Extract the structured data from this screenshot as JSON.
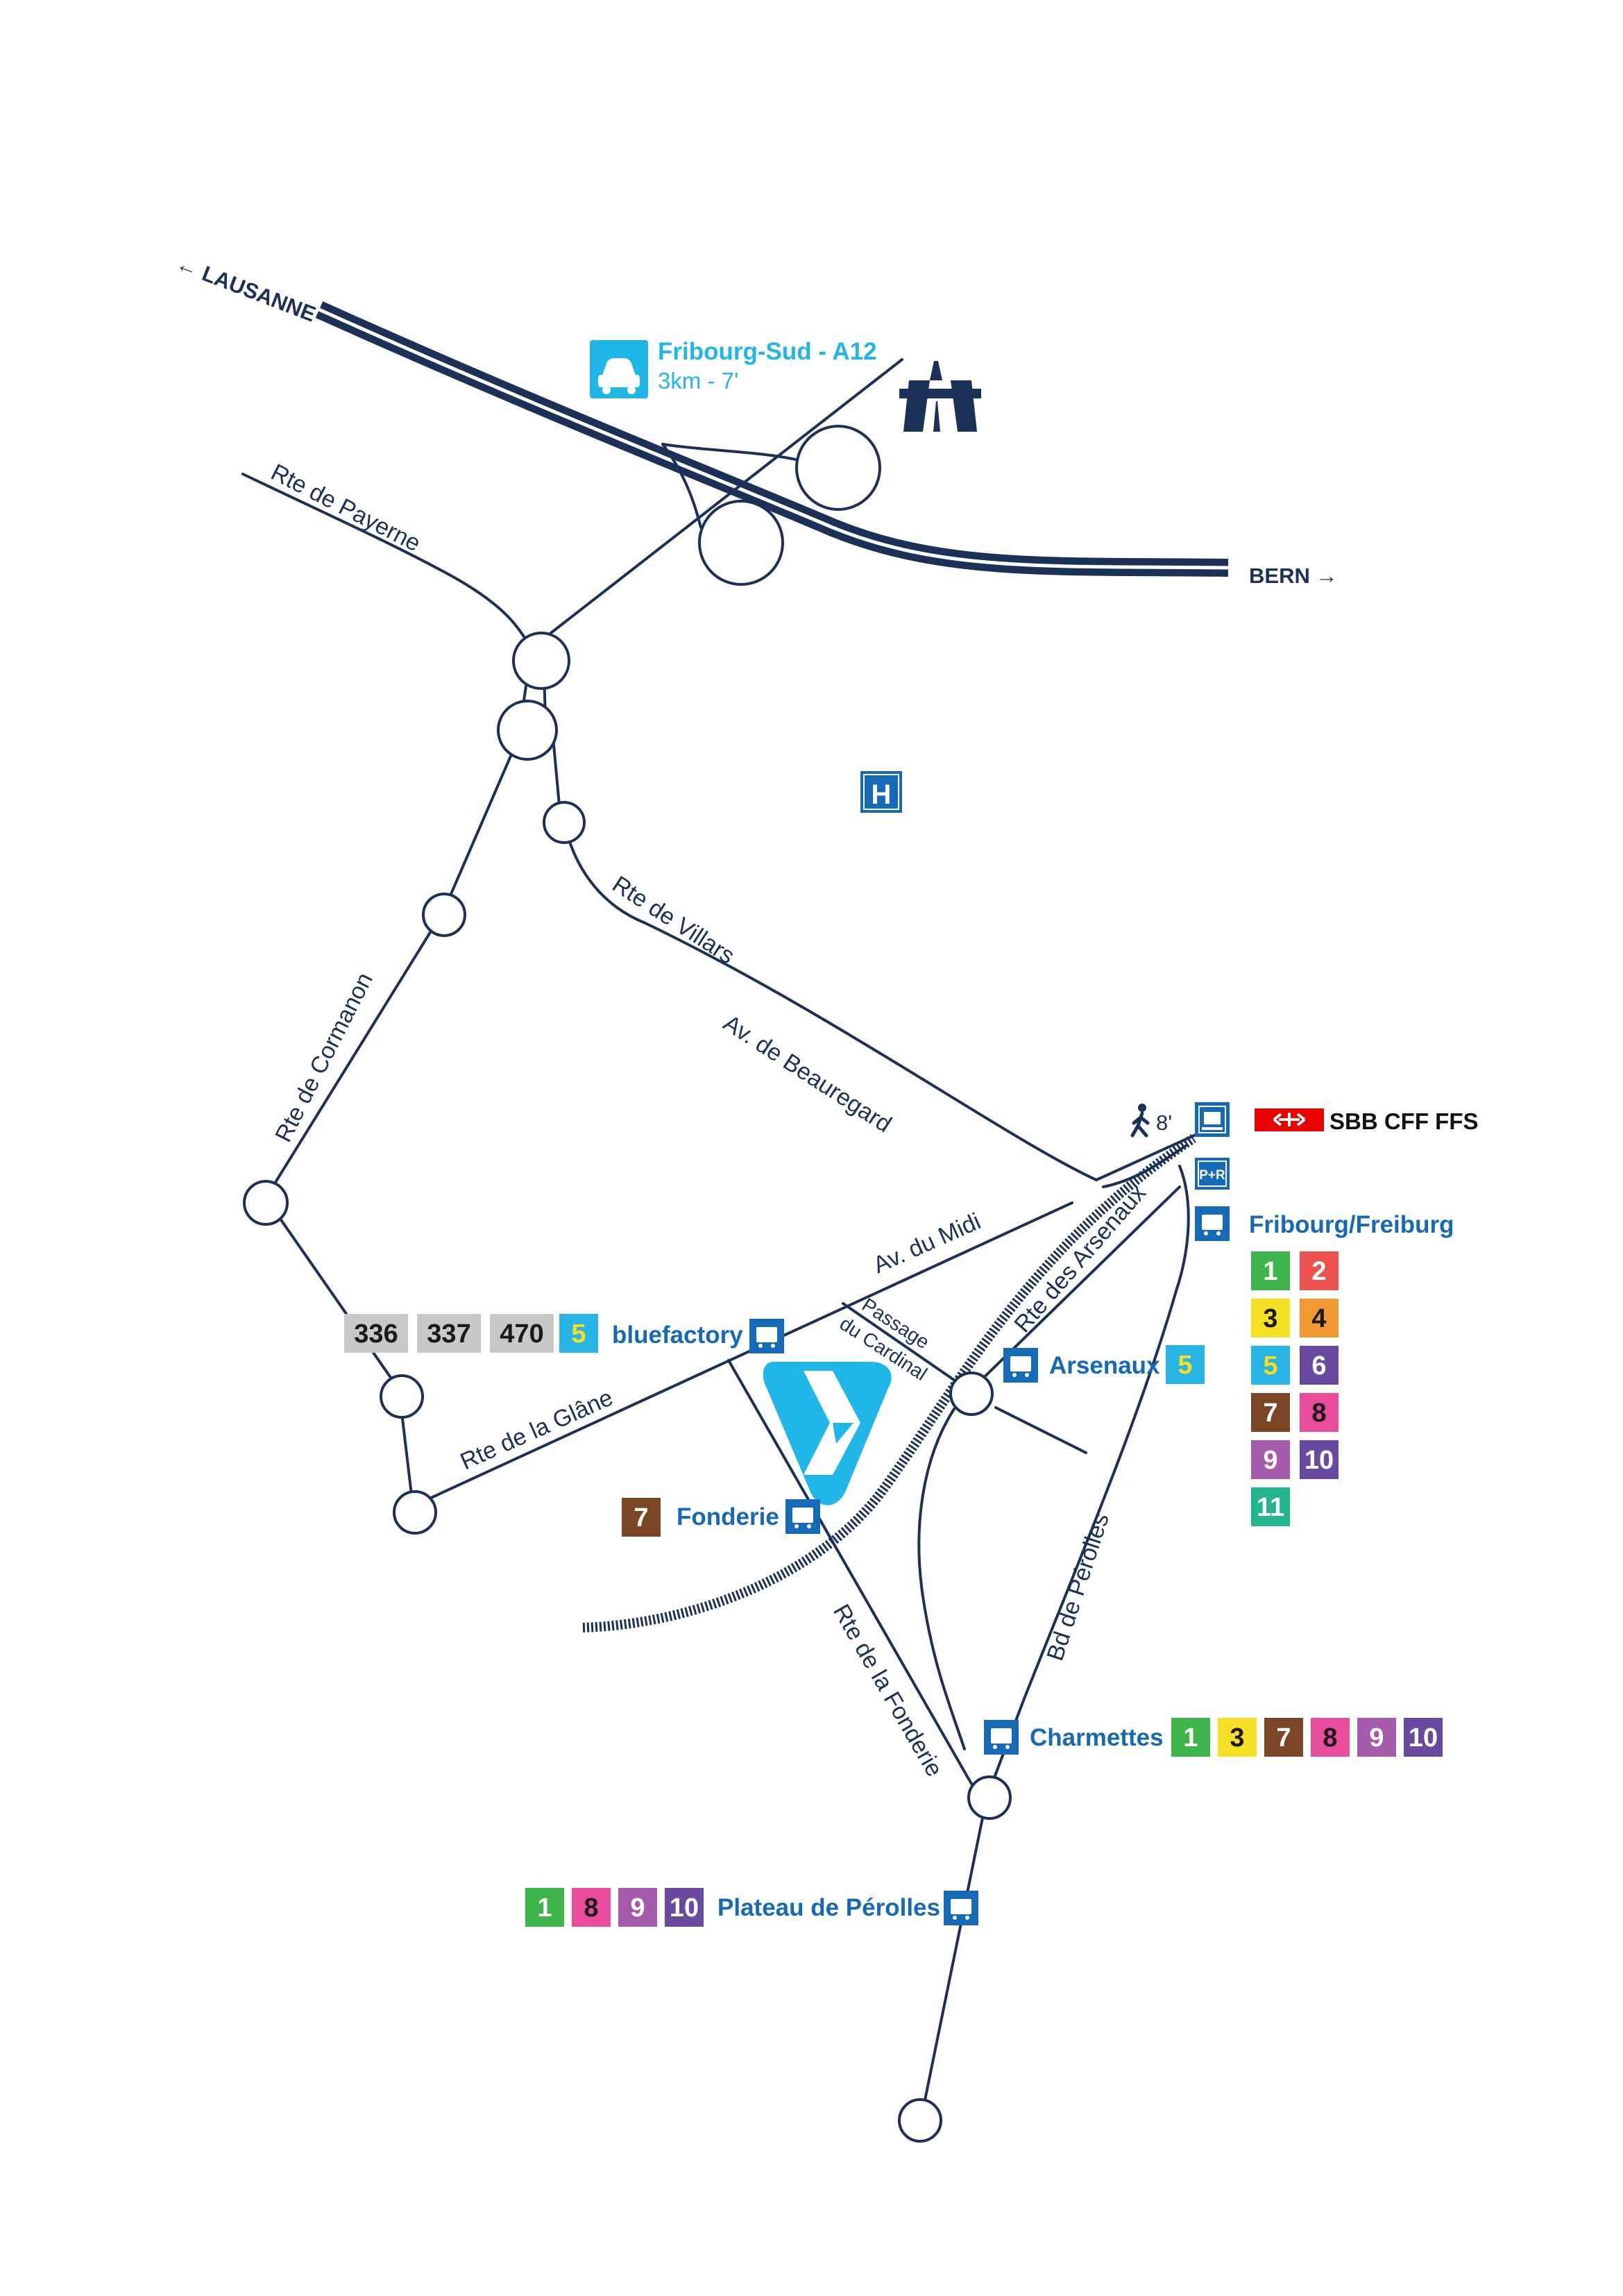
{
  "colors": {
    "road": "#1c3158",
    "stop_blue": "#1669b4",
    "accent_cyan": "#20b7e8",
    "sbb_red": "#eb0000",
    "line_1": "#3db54a",
    "line_2": "#ef5350",
    "line_3": "#f4df22",
    "line_4": "#f39a34",
    "line_5": "#28b4e4",
    "line_6": "#6a4aa0",
    "line_7": "#7b4623",
    "line_8": "#e94c9c",
    "line_9": "#a65aac",
    "line_10": "#6a4aa0",
    "line_11": "#22b48c",
    "regional_gray": "#c8c8c8"
  },
  "directions": {
    "lausanne": "← LAUSANNE",
    "bern": "BERN →"
  },
  "highway_exit": {
    "icon": "car-icon",
    "name": "Fribourg-Sud - A12",
    "detail": "3km - 7'"
  },
  "streets": {
    "payerne": "Rte de Payerne",
    "villars": "Rte de Villars",
    "beauregard": "Av. de Beauregard",
    "cormanon": "Rte de Cormanon",
    "midi": "Av. du Midi",
    "passage_1": "Passage",
    "passage_2": "du Cardinal",
    "arsenaux_road": "Rte des Arsenaux",
    "glane": "Rte de la Glâne",
    "fonderie_road": "Rte de la Fonderie",
    "perolles": "Bd de Pérolles"
  },
  "hospital": {
    "icon": "hospital-icon",
    "letter": "H"
  },
  "station": {
    "walk_icon": "walking-person-icon",
    "walk_time": "8'",
    "sbb_label": "SBB CFF FFS",
    "park_ride": "P+R",
    "name": "Fribourg/Freiburg",
    "lines": [
      "1",
      "2",
      "3",
      "4",
      "5",
      "6",
      "7",
      "8",
      "9",
      "10",
      "11"
    ]
  },
  "stops": {
    "bluefactory": {
      "name": "bluefactory",
      "regional": [
        "336",
        "337",
        "470"
      ],
      "lines": [
        "5"
      ]
    },
    "arsenaux": {
      "name": "Arsenaux",
      "lines": [
        "5"
      ]
    },
    "fonderie": {
      "name": "Fonderie",
      "lines": [
        "7"
      ]
    },
    "charmettes": {
      "name": "Charmettes",
      "lines": [
        "1",
        "3",
        "7",
        "8",
        "9",
        "10"
      ]
    },
    "plateau": {
      "name": "Plateau de Pérolles",
      "lines": [
        "1",
        "8",
        "9",
        "10"
      ]
    }
  }
}
